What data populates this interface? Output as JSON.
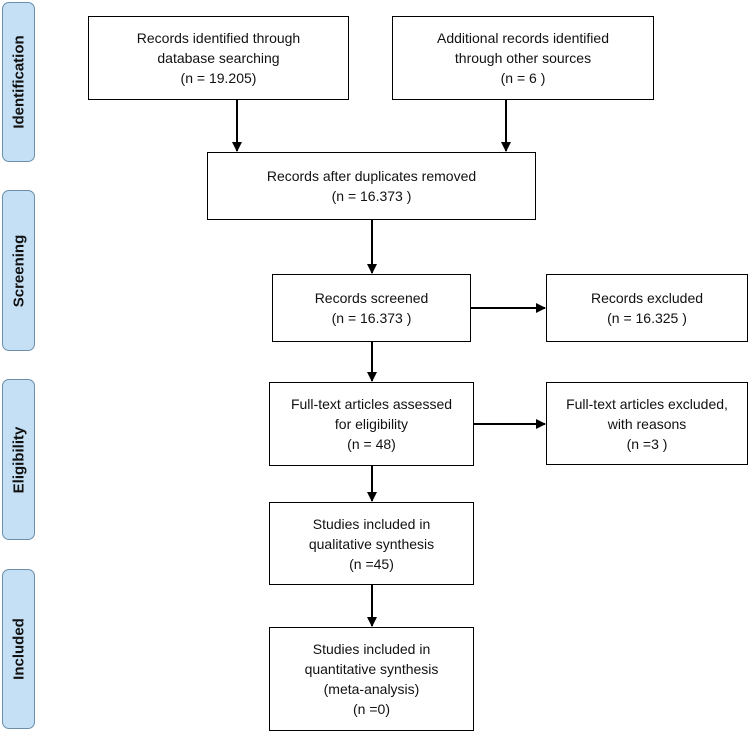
{
  "phases": {
    "identification": "Identification",
    "screening": "Screening",
    "eligibility": "Eligibility",
    "included": "Included"
  },
  "boxes": {
    "db_search": [
      "Records identified through",
      "database searching",
      "(n = 19.205)"
    ],
    "other_sources": [
      "Additional records identified",
      "through other sources",
      "(n = 6 )"
    ],
    "after_duplicates": [
      "Records after duplicates removed",
      "(n = 16.373 )"
    ],
    "screened": [
      "Records screened",
      "(n = 16.373 )"
    ],
    "excluded": [
      "Records excluded",
      "(n = 16.325 )"
    ],
    "fulltext_assessed": [
      "Full-text articles assessed",
      "for eligibility",
      "(n = 48)"
    ],
    "fulltext_excluded": [
      "Full-text articles excluded,",
      "with reasons",
      "(n =3 )"
    ],
    "qualitative": [
      "Studies included in",
      "qualitative synthesis",
      "(n =45)"
    ],
    "quantitative": [
      "Studies included in",
      "quantitative synthesis",
      "(meta-analysis)",
      "(n =0)"
    ]
  }
}
